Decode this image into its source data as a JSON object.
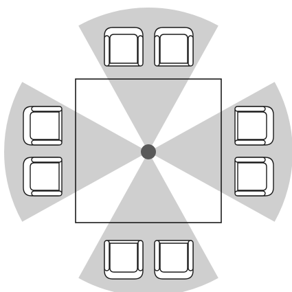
{
  "diagram": {
    "colors": {
      "background": "#ffffff",
      "coverage": "#cfcfcf",
      "line": "#1a1a1a",
      "center_dot": "#595959",
      "chair_fill": "#ffffff"
    },
    "coverage_wedges": 4,
    "table": {
      "shape": "square"
    },
    "chairs": [
      {
        "side": "top"
      },
      {
        "side": "top"
      },
      {
        "side": "right"
      },
      {
        "side": "right"
      },
      {
        "side": "bottom"
      },
      {
        "side": "bottom"
      },
      {
        "side": "left"
      },
      {
        "side": "left"
      }
    ],
    "center_device": {
      "icon": "center-dot-icon"
    }
  }
}
